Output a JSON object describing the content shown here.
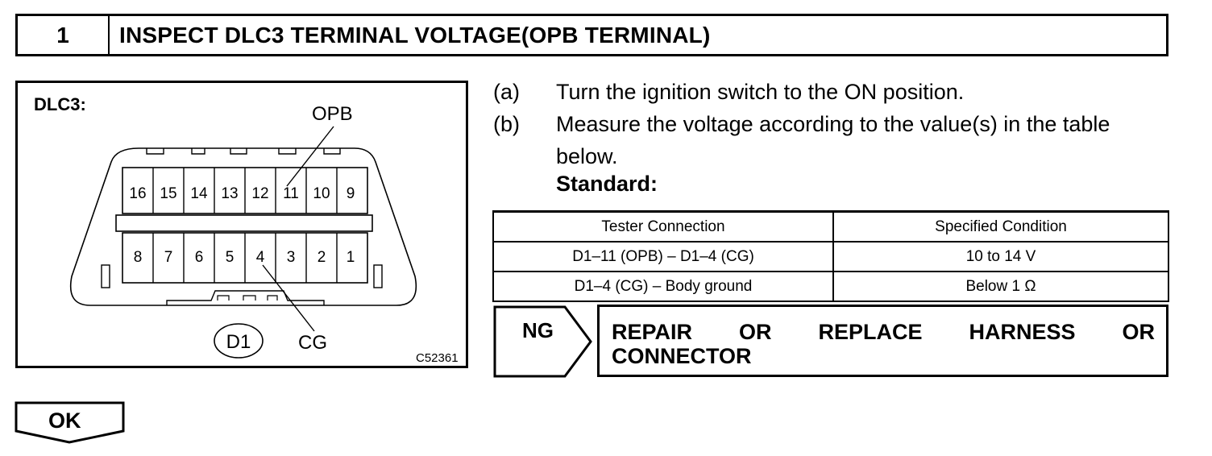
{
  "header": {
    "number": "1",
    "title": "INSPECT DLC3 TERMINAL VOLTAGE(OPB TERMINAL)"
  },
  "diagram": {
    "connector_label": "DLC3:",
    "opb_label": "OPB",
    "cg_label": "CG",
    "connector_id": "D1",
    "figure_code": "C52361",
    "top_pins": [
      "16",
      "15",
      "14",
      "13",
      "12",
      "11",
      "10",
      "9"
    ],
    "bottom_pins": [
      "8",
      "7",
      "6",
      "5",
      "4",
      "3",
      "2",
      "1"
    ]
  },
  "steps": [
    {
      "label": "(a)",
      "text": "Turn the ignition switch to the ON position."
    },
    {
      "label": "(b)",
      "line1": "Measure the voltage according to the value(s) in the table",
      "line2": "below."
    }
  ],
  "standard_label": "Standard:",
  "table": {
    "headers": [
      "Tester Connection",
      "Specified Condition"
    ],
    "rows": [
      [
        "D1–11 (OPB) – D1–4 (CG)",
        "10 to 14 V"
      ],
      [
        "D1–4 (CG) – Body ground",
        "Below 1 Ω"
      ]
    ]
  },
  "ng": {
    "label": "NG",
    "action_words_line1": [
      "REPAIR",
      "OR",
      "REPLACE",
      "HARNESS",
      "OR"
    ],
    "action_line2": "CONNECTOR"
  },
  "ok": {
    "label": "OK"
  }
}
